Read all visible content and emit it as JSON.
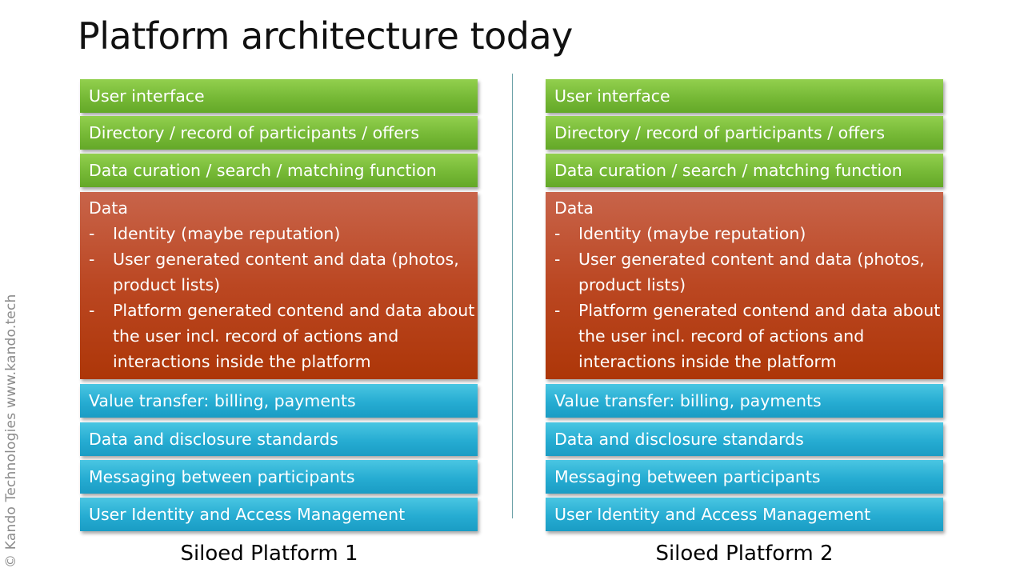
{
  "slide": {
    "title": "Platform architecture today",
    "copyright": "© Kando Technologies www.kando.tech"
  },
  "colors": {
    "green": "#76b936",
    "red": "#bb4722",
    "blue": "#26acd2",
    "divider": "#6aa0a6"
  },
  "platforms": [
    {
      "caption": "Siloed Platform 1",
      "layers": {
        "ui": "User interface",
        "directory": "Directory / record of participants / offers",
        "curation": "Data curation / search / matching function",
        "data_title": "Data",
        "data_bullets": [
          "Identity (maybe reputation)",
          "User generated content and data (photos, product lists)",
          "Platform generated contend and data about the user incl. record of actions and interactions inside the platform"
        ],
        "bullet_marker": "-",
        "value_transfer": "Value transfer: billing, payments",
        "standards": "Data and disclosure standards",
        "messaging": "Messaging between participants",
        "iam": "User Identity and Access Management"
      }
    },
    {
      "caption": "Siloed Platform 2",
      "layers": {
        "ui": "User interface",
        "directory": "Directory / record of participants / offers",
        "curation": "Data curation / search / matching function",
        "data_title": "Data",
        "data_bullets": [
          "Identity (maybe reputation)",
          "User generated content and data (photos, product lists)",
          "Platform generated contend and data about the user incl. record of actions and interactions inside the platform"
        ],
        "bullet_marker": "-",
        "value_transfer": "Value transfer: billing, payments",
        "standards": "Data and disclosure standards",
        "messaging": "Messaging between participants",
        "iam": "User Identity and Access Management"
      }
    }
  ]
}
